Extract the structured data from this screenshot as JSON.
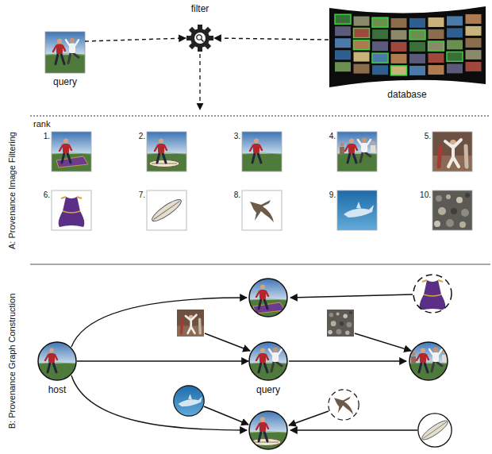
{
  "diagram": {
    "nodes": [
      {
        "text": [
          "query"
        ]
      },
      {
        "text": [
          "filter"
        ]
      },
      {
        "text": [
          "database"
        ]
      },
      {
        "text": [
          "host"
        ]
      },
      {
        "text": [
          "query"
        ]
      }
    ],
    "edges": [
      {
        "from": 0,
        "to": 1,
        "arrow": "to"
      },
      {
        "from": 2,
        "to": 1,
        "arrow": "to"
      },
      {
        "from": 3,
        "to": 4,
        "arrow": "to"
      }
    ],
    "labels": [
      "A: Provenance Image Filtering",
      "rank",
      "1.",
      "2.",
      "3.",
      "4.",
      "5.",
      "6.",
      "7.",
      "8.",
      "9.",
      "10.",
      "B: Provenance Graph Construction"
    ]
  }
}
